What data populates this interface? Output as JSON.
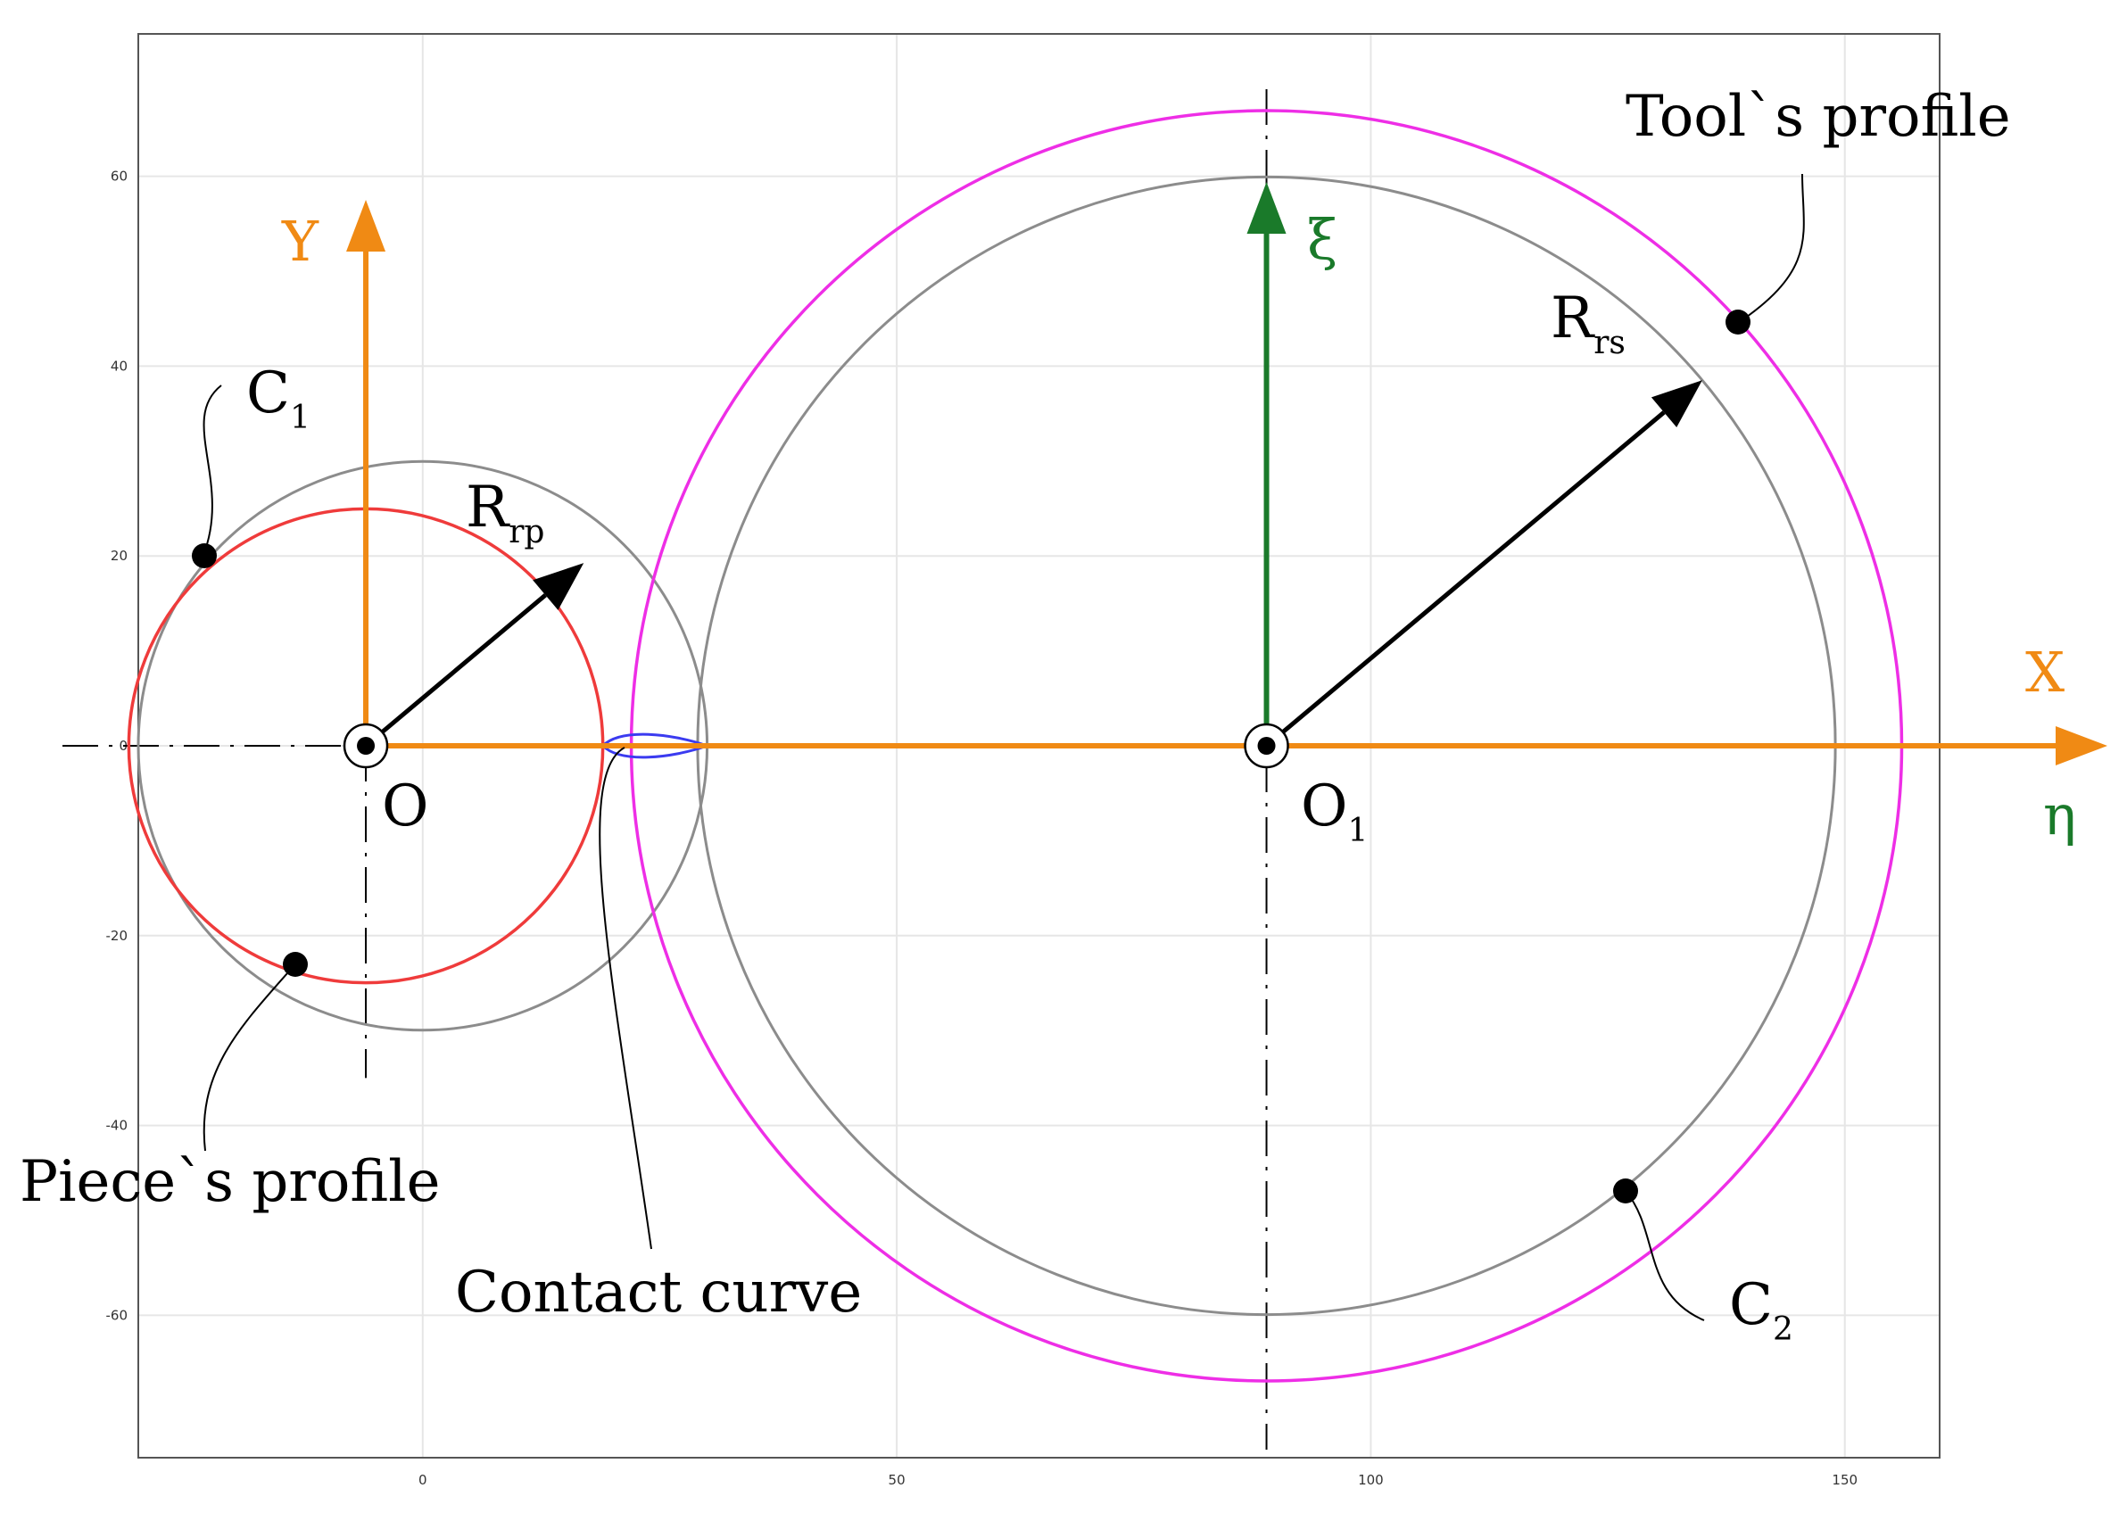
{
  "colors": {
    "grid": "#e6e6e6",
    "frame": "#555555",
    "circle_gray": "#8c8c8c",
    "piece_red": "#ef3b3b",
    "tool_magenta": "#ee2ee6",
    "contact_blue": "#3b3bf0",
    "axis_orange": "#f08a14",
    "axis_green": "#1a7a2a",
    "black": "#000000"
  },
  "chart_data": {
    "type": "diagram",
    "x_ticks": [
      "0",
      "50",
      "100",
      "150"
    ],
    "y_ticks": [
      "60",
      "40",
      "20",
      "0",
      "-20",
      "-40",
      "-60"
    ],
    "xlim": [
      -30,
      160
    ],
    "ylim": [
      -75,
      75
    ],
    "grid": true,
    "origin_O": [
      -6,
      0
    ],
    "origin_O1": [
      89,
      0
    ],
    "circles": {
      "C1": {
        "center": [
          0,
          0
        ],
        "radius": 30
      },
      "piece_profile": {
        "center": [
          -6,
          0
        ],
        "radius": 25
      },
      "C2": {
        "center": [
          89,
          0
        ],
        "radius": 60
      },
      "tool_profile": {
        "center": [
          89,
          0
        ],
        "radius": 67
      }
    },
    "contact_curve": {
      "from": 19,
      "to": 30
    }
  },
  "labels": {
    "Y": "Y",
    "X": "X",
    "xi": "ξ",
    "eta": "η",
    "O": "O",
    "O1": "O",
    "O1_sub": "1",
    "C1": "C",
    "C1_sub": "1",
    "C2": "C",
    "C2_sub": "2",
    "Rrp": "R",
    "Rrp_sub": "rp",
    "Rrs": "R",
    "Rrs_sub": "rs",
    "tool_profile": "Tool`s profile",
    "piece_profile": "Piece`s profile",
    "contact_curve": "Contact curve"
  }
}
